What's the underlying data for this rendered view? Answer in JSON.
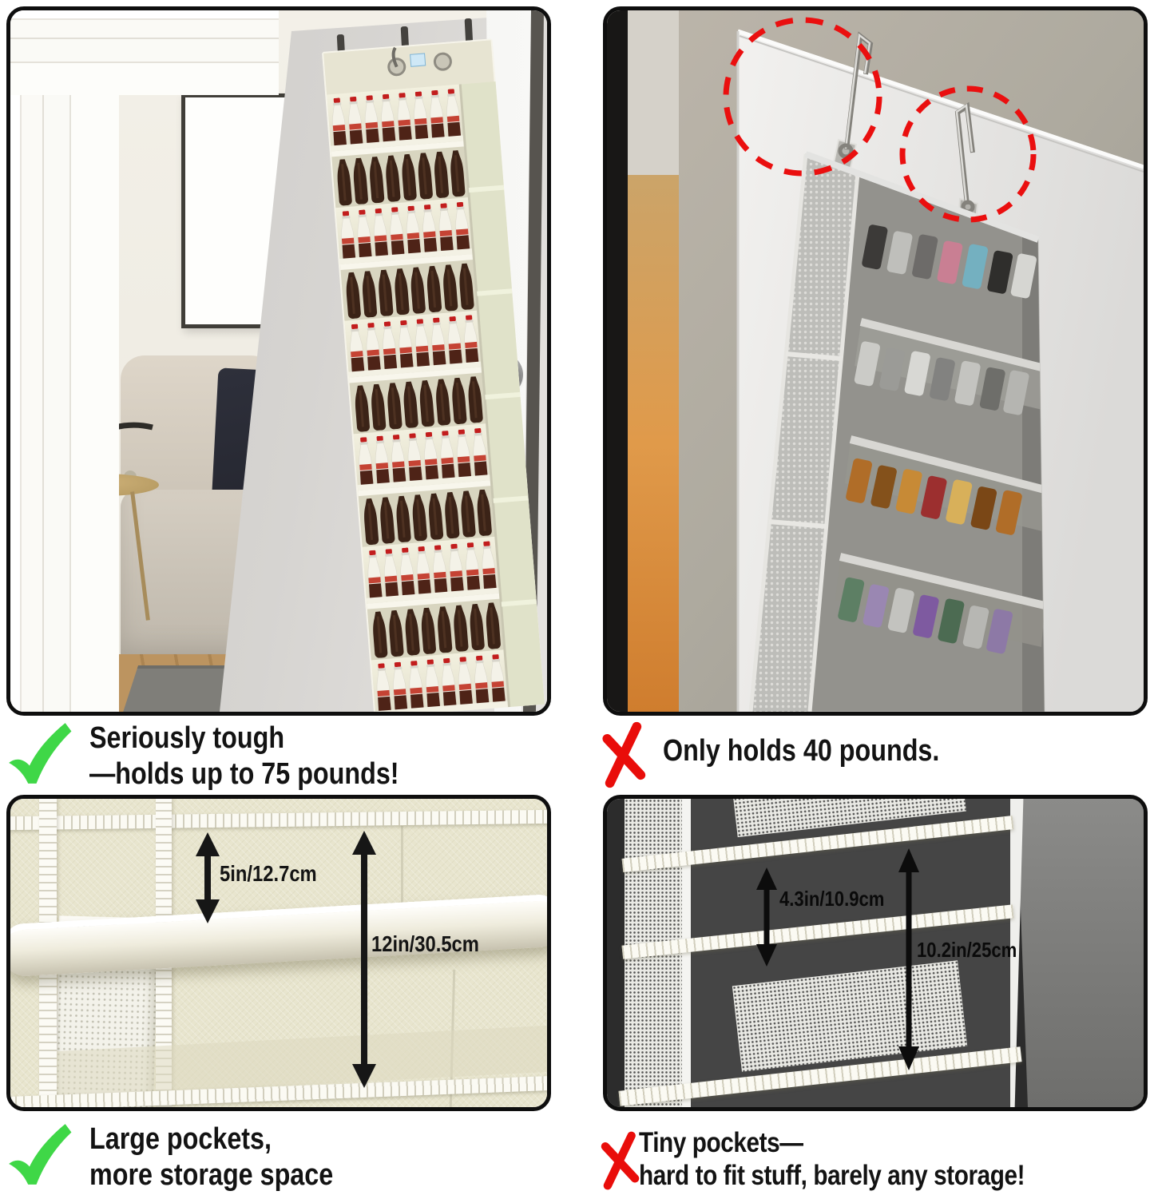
{
  "comparison": {
    "top_left": {
      "icon": "check-icon",
      "line1": "Seriously tough",
      "line2": "—holds up to 75 pounds!"
    },
    "top_right": {
      "icon": "cross-icon",
      "line1": "Only holds 40 pounds."
    },
    "bottom_left": {
      "icon": "check-icon",
      "line1": "Large pockets,",
      "line2": "more storage space"
    },
    "bottom_right": {
      "icon": "cross-icon",
      "line1": "Tiny pockets—",
      "line2": "hard to fit stuff, barely any storage!"
    }
  },
  "measurements": {
    "ours_pocket_depth": "5in/12.7cm",
    "ours_pocket_height": "12in/30.5cm",
    "competitor_pocket_depth": "4.3in/10.9cm",
    "competitor_pocket_height": "10.2in/25cm"
  },
  "colors": {
    "check_green": "#3fd747",
    "cross_red": "#e90d0a",
    "caption_text": "#131313",
    "highlight_circle_red": "#ea0f0f"
  }
}
